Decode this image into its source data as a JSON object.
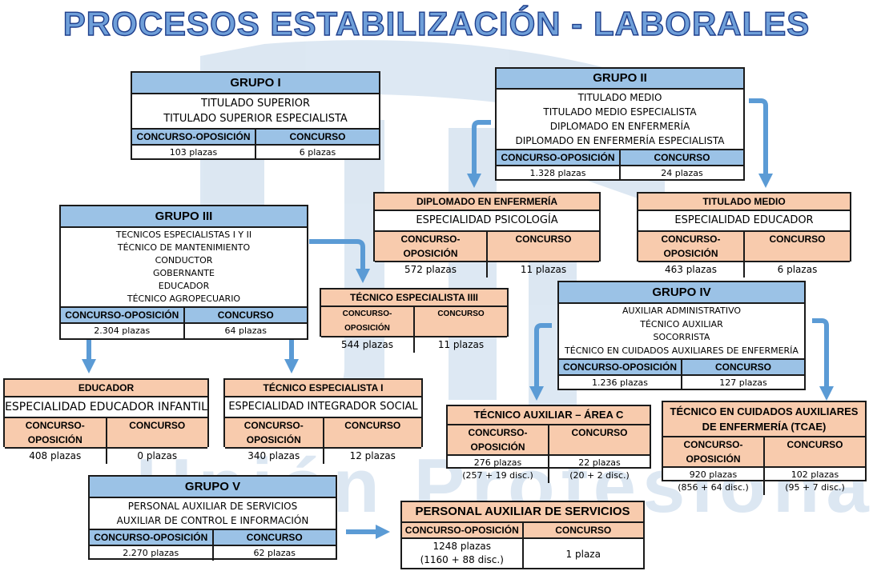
{
  "title": "PROCESOS ESTABILIZACIÓN - LABORALES",
  "watermark": "Unión Profesional",
  "groups": {
    "g1": {
      "header": "GRUPO I",
      "lines": [
        "TITULADO SUPERIOR",
        "TITULADO SUPERIOR ESPECIALISTA"
      ],
      "col1": "CONCURSO-OPOSICIÓN",
      "col2": "CONCURSO",
      "val1": "103 plazas",
      "val2": "6 plazas"
    },
    "g2": {
      "header": "GRUPO II",
      "lines": [
        "TITULADO MEDIO",
        "TITULADO MEDIO ESPECIALISTA",
        "DIPLOMADO EN ENFERMERÍA",
        "DIPLOMADO EN ENFERMERÍA ESPECIALISTA"
      ],
      "col1": "CONCURSO-OPOSICIÓN",
      "col2": "CONCURSO",
      "val1": "1.328 plazas",
      "val2": "24 plazas"
    },
    "g3": {
      "header": "GRUPO III",
      "lines": [
        "TECNICOS ESPECIALISTAS I Y II",
        "TÉCNICO DE MANTENIMIENTO",
        "CONDUCTOR",
        "GOBERNANTE",
        "EDUCADOR",
        "TÉCNICO AGROPECUARIO"
      ],
      "col1": "CONCURSO-OPOSICIÓN",
      "col2": "CONCURSO",
      "val1": "2.304 plazas",
      "val2": "64 plazas"
    },
    "g4": {
      "header": "GRUPO IV",
      "lines": [
        "AUXILIAR ADMINISTRATIVO",
        "TÉCNICO AUXILIAR",
        "SOCORRISTA",
        "TÉCNICO EN CUIDADOS AUXILIARES DE ENFERMERÍA"
      ],
      "col1": "CONCURSO-OPOSICIÓN",
      "col2": "CONCURSO",
      "val1": "1.236 plazas",
      "val2": "127 plazas"
    },
    "g5": {
      "header": "GRUPO V",
      "lines": [
        "PERSONAL AUXILIAR DE SERVICIOS",
        "AUXILIAR DE CONTROL E INFORMACIÓN"
      ],
      "col1": "CONCURSO-OPOSICIÓN",
      "col2": "CONCURSO",
      "val1": "2.270 plazas",
      "val2": "62 plazas"
    }
  },
  "subs": {
    "enf": {
      "header": "DIPLOMADO EN ENFERMERÍA",
      "specialty": "ESPECIALIDAD PSICOLOGÍA",
      "col1": "CONCURSO-OPOSICIÓN",
      "col2": "CONCURSO",
      "val1": "572 plazas",
      "val2": "11 plazas"
    },
    "tmed": {
      "header": "TITULADO MEDIO",
      "specialty": "ESPECIALIDAD EDUCADOR",
      "col1": "CONCURSO-OPOSICIÓN",
      "col2": "CONCURSO",
      "val1": "463 plazas",
      "val2": "6 plazas"
    },
    "te3": {
      "header": "TÉCNICO ESPECIALISTA IIII",
      "col1": "CONCURSO-OPOSICIÓN",
      "col2": "CONCURSO",
      "val1": "544 plazas",
      "val2": "11 plazas"
    },
    "edu": {
      "header": "EDUCADOR",
      "specialty": "ESPECIALIDAD EDUCADOR INFANTIL",
      "col1": "CONCURSO-OPOSICIÓN",
      "col2": "CONCURSO",
      "val1": "408 plazas",
      "val2": "0 plazas"
    },
    "te1": {
      "header": "TÉCNICO ESPECIALISTA I",
      "specialty": "ESPECIALIDAD INTEGRADOR SOCIAL",
      "col1": "CONCURSO-OPOSICIÓN",
      "col2": "CONCURSO",
      "val1": "340 plazas",
      "val2": "12 plazas"
    },
    "tac": {
      "header": "TÉCNICO AUXILIAR – ÁREA C",
      "col1": "CONCURSO-OPOSICIÓN",
      "col2": "CONCURSO",
      "val1a": "276 plazas",
      "val1b": "(257 + 19 disc.)",
      "val2a": "22 plazas",
      "val2b": "(20 + 2 disc.)"
    },
    "tcae": {
      "header_l1": "TÉCNICO EN CUIDADOS AUXILIARES",
      "header_l2": "DE ENFERMERÍA (TCAE)",
      "col1": "CONCURSO-OPOSICIÓN",
      "col2": "CONCURSO",
      "val1a": "920 plazas",
      "val1b": "(856 + 64 disc.)",
      "val2a": "102 plazas",
      "val2b": "(95 + 7 disc.)"
    },
    "pas": {
      "header": "PERSONAL AUXILIAR DE SERVICIOS",
      "col1": "CONCURSO-OPOSICIÓN",
      "col2": "CONCURSO",
      "val1a": "1248 plazas",
      "val1b": "(1160 + 88 disc.)",
      "val2": "1 plaza"
    }
  },
  "colors": {
    "blue_header": "#9bc2e6",
    "peach_header": "#f8cbad",
    "arrow": "#5b9bd5",
    "title_fill": "#6f9fd9",
    "title_stroke": "#1f3f8c"
  }
}
